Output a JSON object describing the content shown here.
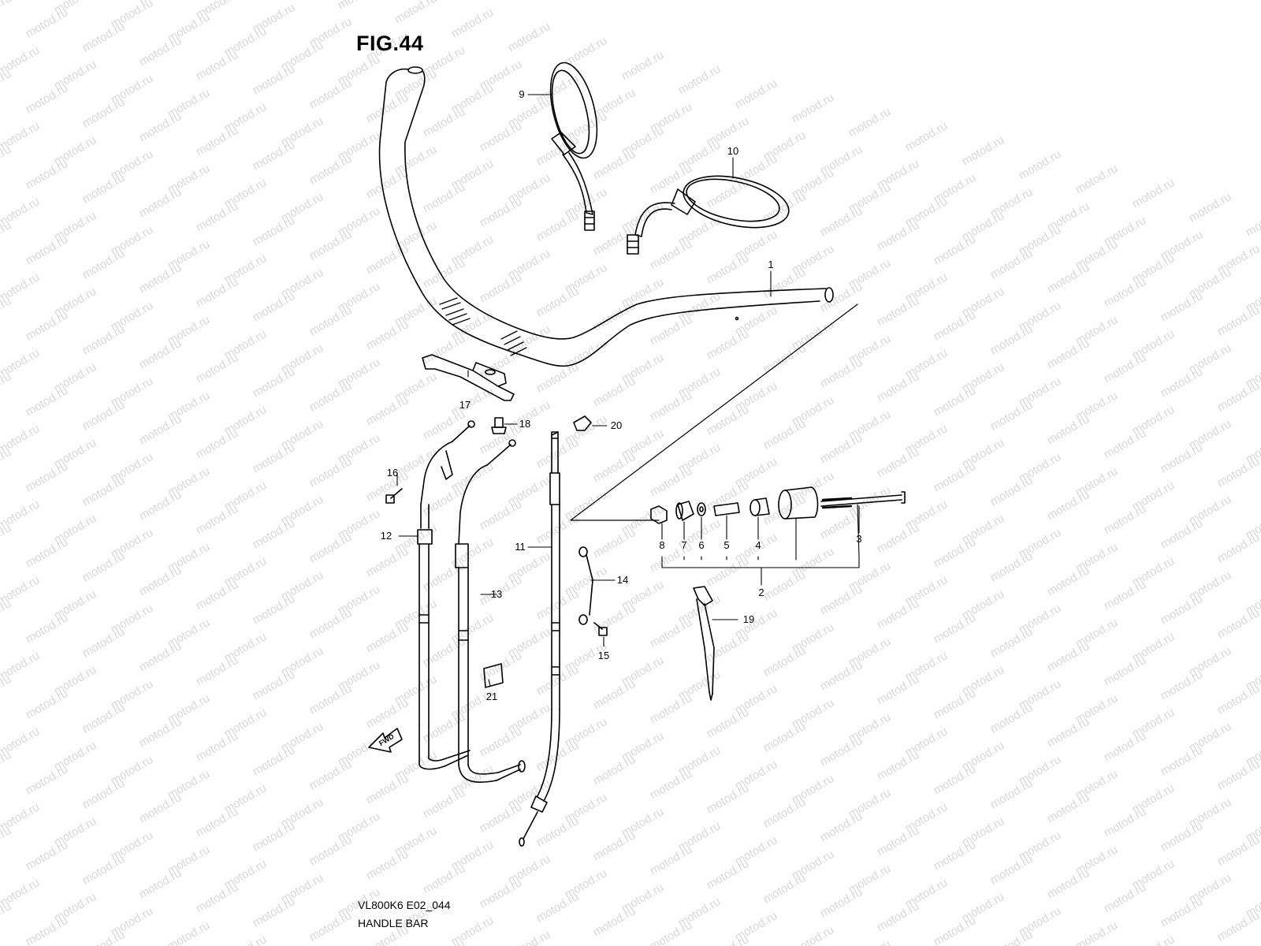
{
  "figure": {
    "title": "FIG.44",
    "model_code": "VL800K6 E02_044",
    "section_name": "HANDLE BAR"
  },
  "watermark": {
    "text": "motod.ru",
    "color": "#d8d8d8"
  },
  "callouts": [
    {
      "id": "1",
      "part": "handlebar"
    },
    {
      "id": "2",
      "part": "balancer-assembly"
    },
    {
      "id": "3",
      "part": "balancer-bolt"
    },
    {
      "id": "4",
      "part": "balancer-cushion"
    },
    {
      "id": "5",
      "part": "balancer-spacer"
    },
    {
      "id": "6",
      "part": "balancer-washer"
    },
    {
      "id": "7",
      "part": "balancer-cushion-small"
    },
    {
      "id": "8",
      "part": "balancer-nut"
    },
    {
      "id": "9",
      "part": "mirror-left"
    },
    {
      "id": "10",
      "part": "mirror-right"
    },
    {
      "id": "11",
      "part": "clutch-cable"
    },
    {
      "id": "12",
      "part": "throttle-cable-1"
    },
    {
      "id": "13",
      "part": "throttle-cable-2"
    },
    {
      "id": "14",
      "part": "cable-guide"
    },
    {
      "id": "15",
      "part": "guide-bolt"
    },
    {
      "id": "16",
      "part": "cable-bolt"
    },
    {
      "id": "17",
      "part": "handlebar-holder-bracket"
    },
    {
      "id": "18",
      "part": "bracket-bolt"
    },
    {
      "id": "19",
      "part": "clamp-strap"
    },
    {
      "id": "20",
      "part": "cable-clip"
    },
    {
      "id": "21",
      "part": "label"
    }
  ],
  "direction_marker": {
    "label": "FWD"
  }
}
